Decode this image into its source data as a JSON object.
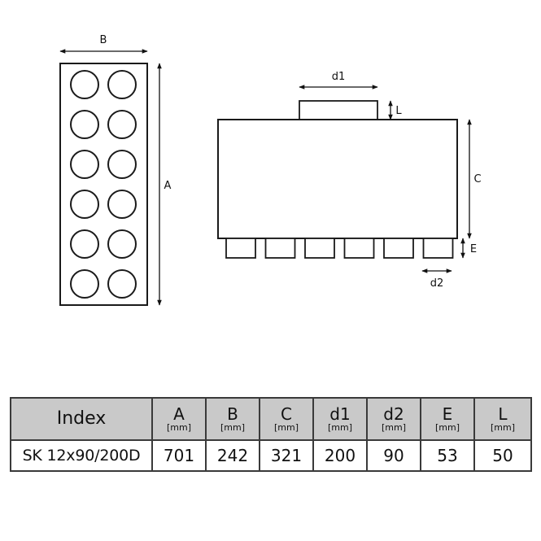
{
  "drawing": {
    "labels": {
      "B": "B",
      "A": "A",
      "d1": "d1",
      "L": "L",
      "C": "C",
      "E": "E",
      "d2": "d2"
    }
  },
  "table": {
    "index_header": "Index",
    "columns": [
      {
        "label": "A",
        "unit": "[mm]"
      },
      {
        "label": "B",
        "unit": "[mm]"
      },
      {
        "label": "C",
        "unit": "[mm]"
      },
      {
        "label": "d1",
        "unit": "[mm]"
      },
      {
        "label": "d2",
        "unit": "[mm]"
      },
      {
        "label": "E",
        "unit": "[mm]"
      },
      {
        "label": "L",
        "unit": "[mm]"
      }
    ],
    "row": {
      "index": "SK 12x90/200D",
      "values": [
        "701",
        "242",
        "321",
        "200",
        "90",
        "53",
        "50"
      ]
    }
  }
}
